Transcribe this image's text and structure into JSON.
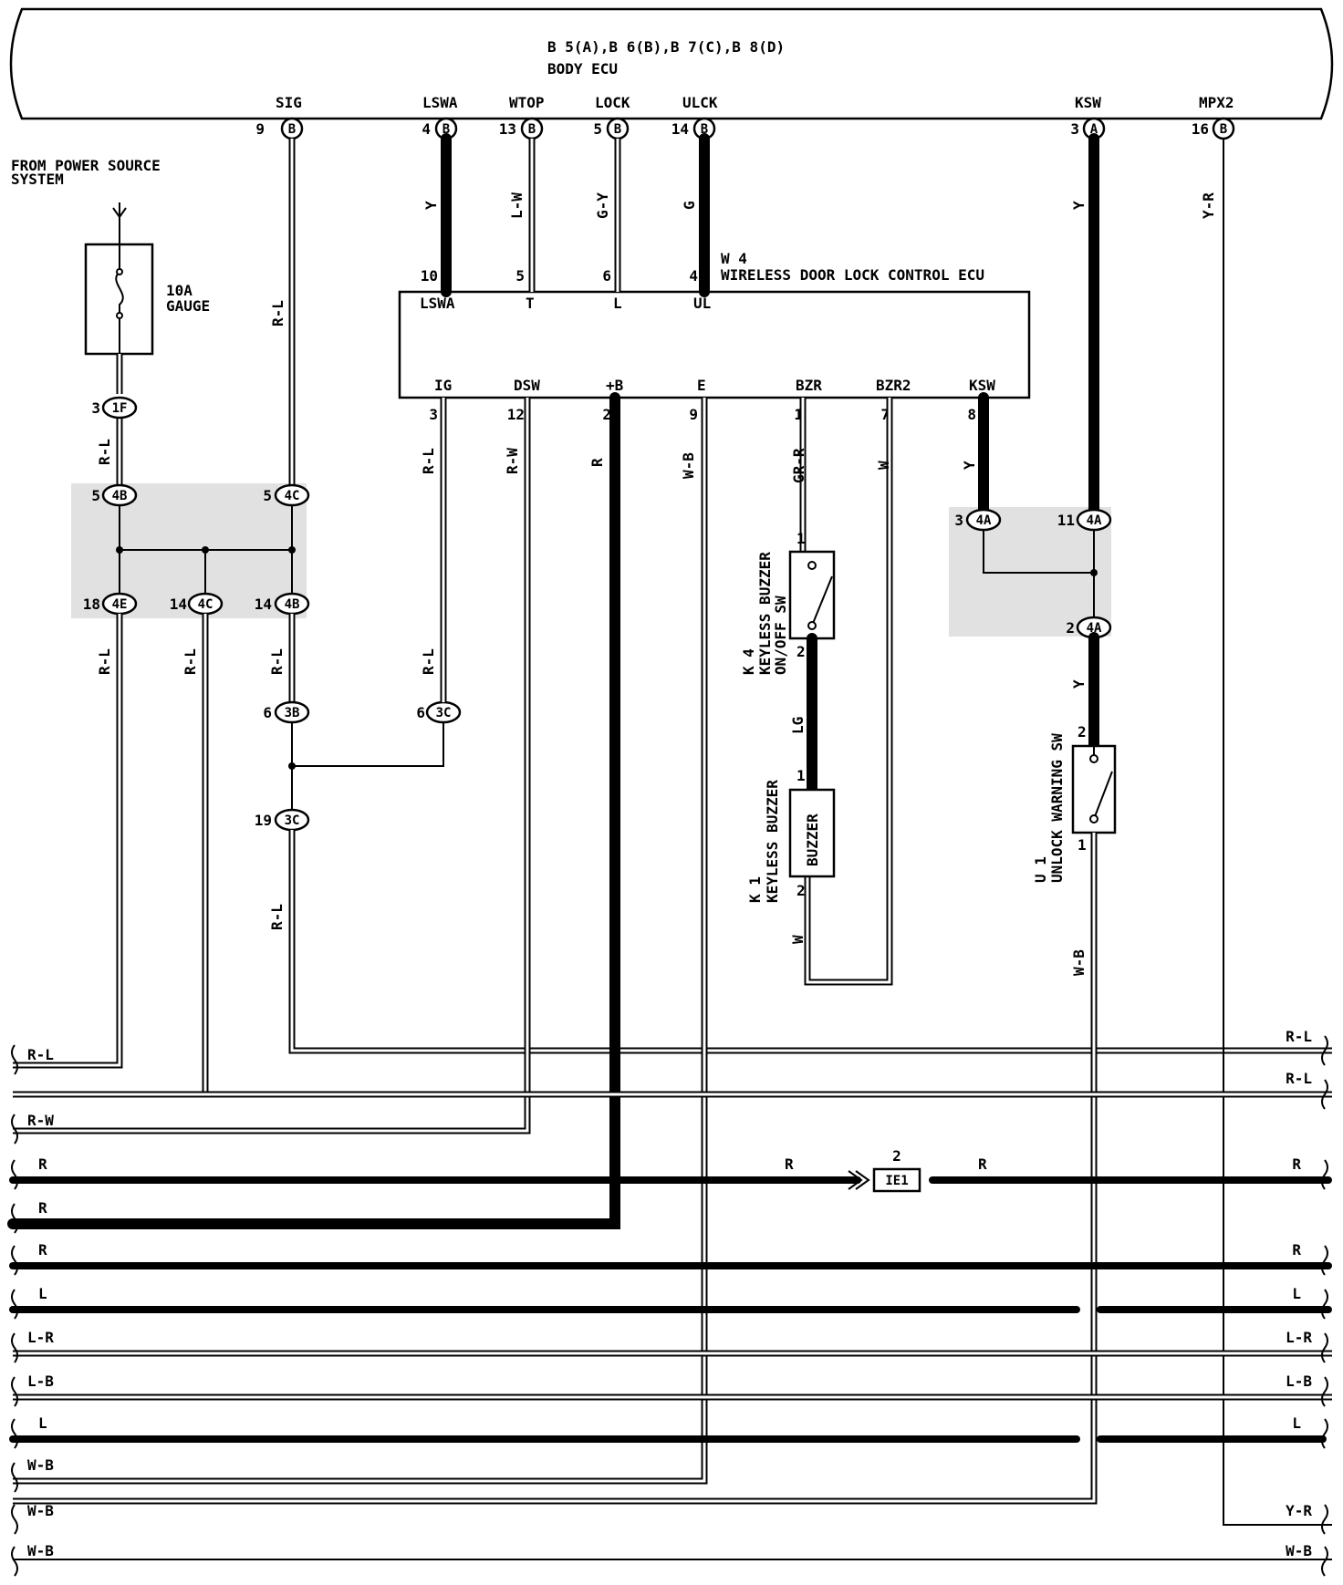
{
  "header": {
    "connectors_line": "B 5(A),B 6(B),B 7(C),B 8(D)",
    "title": "BODY ECU"
  },
  "body_ecu_pins": [
    {
      "name": "SIG",
      "num": "9",
      "code": "B"
    },
    {
      "name": "LSWA",
      "num": "4",
      "code": "B"
    },
    {
      "name": "WTOP",
      "num": "13",
      "code": "B"
    },
    {
      "name": "LOCK",
      "num": "5",
      "code": "B"
    },
    {
      "name": "ULCK",
      "num": "14",
      "code": "B"
    },
    {
      "name": "KSW",
      "num": "3",
      "code": "A"
    },
    {
      "name": "MPX2",
      "num": "16",
      "code": "B"
    }
  ],
  "power_source": {
    "line1": "FROM POWER SOURCE",
    "line2": "SYSTEM"
  },
  "fuse": {
    "rating": "10A",
    "name": "GAUGE"
  },
  "wireless_ecu": {
    "id": "W 4",
    "name": "WIRELESS DOOR LOCK CONTROL ECU",
    "top_pins": [
      {
        "name": "LSWA",
        "num": "10"
      },
      {
        "name": "T",
        "num": "5"
      },
      {
        "name": "L",
        "num": "6"
      },
      {
        "name": "UL",
        "num": "4"
      }
    ],
    "bottom_pins": [
      {
        "name": "IG",
        "num": "3"
      },
      {
        "name": "DSW",
        "num": "12"
      },
      {
        "name": "+B",
        "num": "2"
      },
      {
        "name": "E",
        "num": "9"
      },
      {
        "name": "BZR",
        "num": "1"
      },
      {
        "name": "BZR2",
        "num": "7"
      },
      {
        "name": "KSW",
        "num": "8"
      }
    ]
  },
  "wire_colors": {
    "sig": "R-L",
    "lswa": "Y",
    "wtop": "L-W",
    "lock": "G-Y",
    "ulck": "G",
    "ksw": "Y",
    "mpx2": "Y-R",
    "ig": "R-L",
    "dsw": "R-W",
    "plusb": "R",
    "e": "W-B",
    "bzr": "GR-R",
    "bzr2": "W",
    "ksw8": "Y",
    "lg": "LG",
    "buzzer_out": "W",
    "unlock_out": "W-B",
    "ksw_lower": "Y"
  },
  "junctions": {
    "j1f": {
      "num": "3",
      "code": "1F"
    },
    "j4b_top": {
      "num": "5",
      "code": "4B"
    },
    "j4c_top": {
      "num": "5",
      "code": "4C"
    },
    "j4e": {
      "num": "18",
      "code": "4E"
    },
    "j4c_bot": {
      "num": "14",
      "code": "4C"
    },
    "j4b_bot": {
      "num": "14",
      "code": "4B"
    },
    "j3b": {
      "num": "6",
      "code": "3B"
    },
    "j3c_a": {
      "num": "6",
      "code": "3C"
    },
    "j3c_b": {
      "num": "19",
      "code": "3C"
    },
    "j4a_1": {
      "num": "3",
      "code": "4A"
    },
    "j4a_2": {
      "num": "11",
      "code": "4A"
    },
    "j4a_3": {
      "num": "2",
      "code": "4A"
    },
    "ie1": {
      "num": "2",
      "code": "IE1"
    }
  },
  "components": {
    "k4": {
      "id": "K 4",
      "name1": "KEYLESS BUZZER",
      "name2": "ON/OFF SW",
      "pin_top": "1",
      "pin_bot": "2"
    },
    "k1": {
      "id": "K 1",
      "name": "KEYLESS BUZZER",
      "label": "BUZZER",
      "pin_top": "1",
      "pin_bot": "2"
    },
    "u1": {
      "id": "U 1",
      "name": "UNLOCK WARNING SW",
      "pin_top": "2",
      "pin_bot": "1"
    }
  },
  "buses": [
    {
      "left": "R-L",
      "right": "R-L"
    },
    {
      "left": "",
      "right": "R-L"
    },
    {
      "left": "R-W",
      "right": ""
    },
    {
      "left": "R",
      "right": "R",
      "mid1": "R",
      "mid2": "R"
    },
    {
      "left": "R",
      "right": ""
    },
    {
      "left": "R",
      "right": "R"
    },
    {
      "left": "L",
      "right": "L"
    },
    {
      "left": "L-R",
      "right": "L-R"
    },
    {
      "left": "L-B",
      "right": "L-B"
    },
    {
      "left": "L",
      "right": "L"
    },
    {
      "left": "W-B",
      "right": ""
    },
    {
      "left": "W-B",
      "right": "Y-R"
    },
    {
      "left": "W-B",
      "right": "W-B"
    }
  ]
}
